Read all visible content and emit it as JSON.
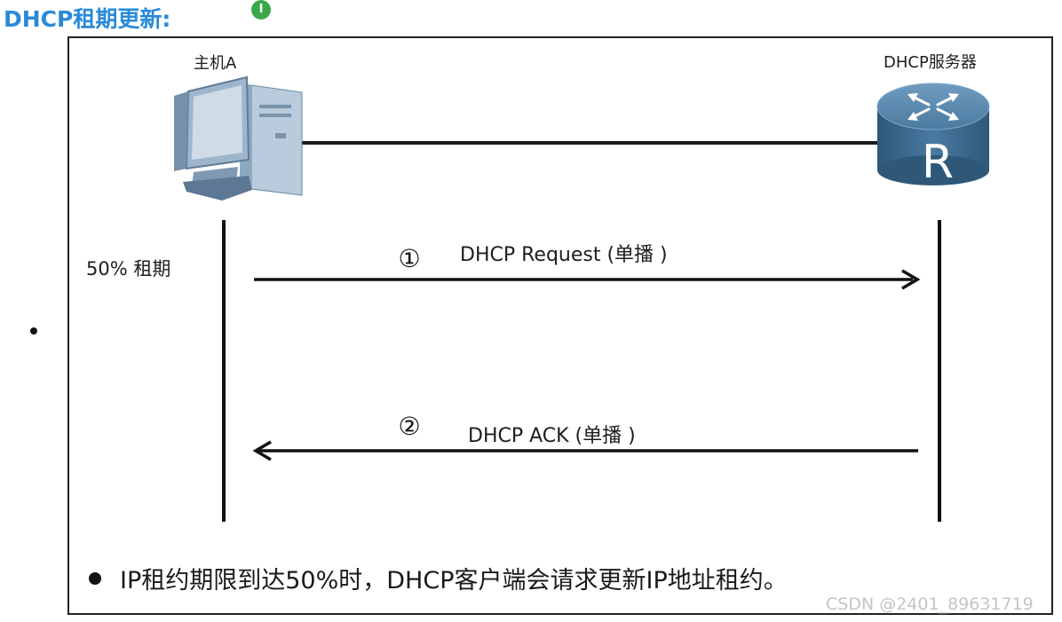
{
  "page": {
    "title": "DHCP租期更新:",
    "cursor_marker": "I",
    "watermark": "CSDN @2401_89631719"
  },
  "diagram": {
    "host_label": "主机A",
    "server_label": "DHCP服务器",
    "server_icon_letter": "R",
    "lease_label": "50% 租期",
    "messages": [
      {
        "step": "①",
        "label": "DHCP Request (单播 )",
        "direction": "host-to-server"
      },
      {
        "step": "②",
        "label": "DHCP ACK (单播 )",
        "direction": "server-to-host"
      }
    ],
    "footnote": "IP租约期限到达50%时，DHCP客户端会请求更新IP地址租约。"
  },
  "colors": {
    "title": "#2a8ad8",
    "cursor_marker": "#3aa84a",
    "server_icon": "#3f6e91",
    "computer_icon": "#8aa6c2"
  },
  "icons": {
    "host": "desktop-computer-icon",
    "server": "router-icon"
  }
}
